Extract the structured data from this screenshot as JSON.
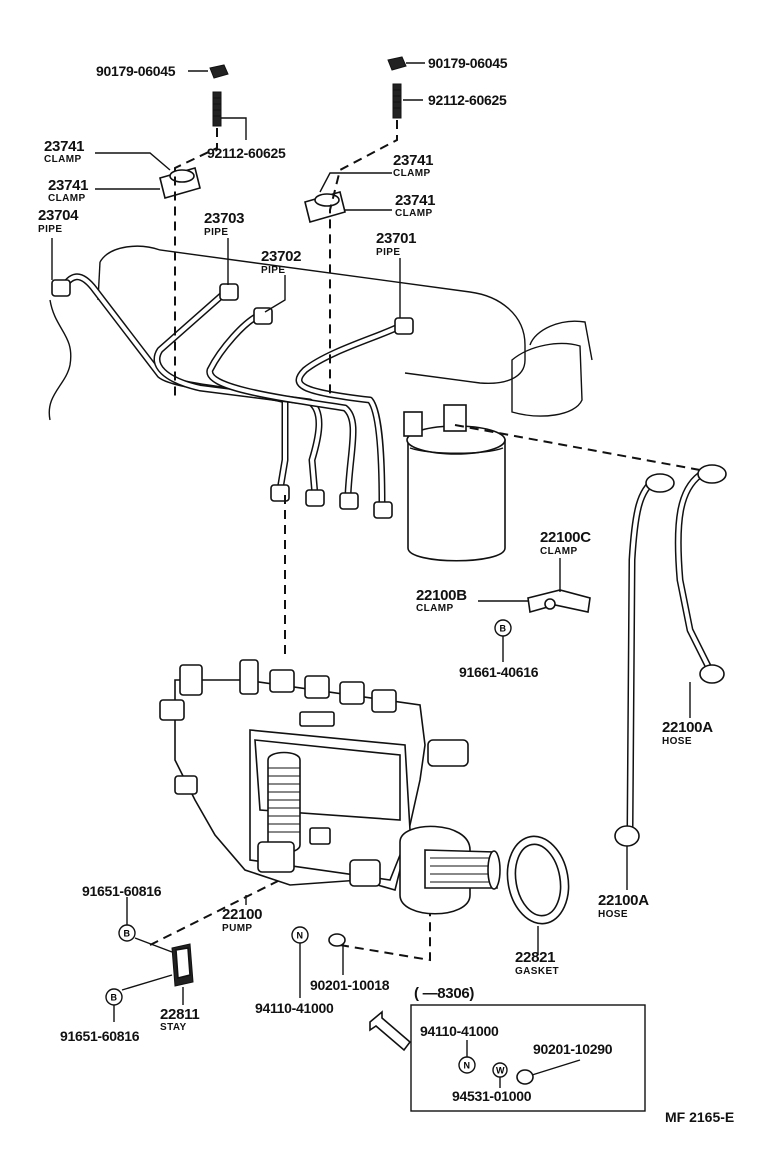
{
  "diagram_code": "MF  2165-E",
  "inset": {
    "range": "(      —8306)"
  },
  "labels": {
    "p90179_left": "90179-06045",
    "p90179_right": "90179-06045",
    "p92112_left": "92112-60625",
    "p92112_right": "92112-60625",
    "clamp_a_num": "23741",
    "clamp_a_name": "CLAMP",
    "clamp_b_num": "23741",
    "clamp_b_name": "CLAMP",
    "clamp_c_num": "23741",
    "clamp_c_name": "CLAMP",
    "clamp_d_num": "23741",
    "clamp_d_name": "CLAMP",
    "pipe4_num": "23704",
    "pipe4_name": "PIPE",
    "pipe3_num": "23703",
    "pipe3_name": "PIPE",
    "pipe2_num": "23702",
    "pipe2_name": "PIPE",
    "pipe1_num": "23701",
    "pipe1_name": "PIPE",
    "clampC_num": "22100C",
    "clampC_name": "CLAMP",
    "clampB_num": "22100B",
    "clampB_name": "CLAMP",
    "bolt_91661": "91661-40616",
    "hoseA1_num": "22100A",
    "hoseA1_name": "HOSE",
    "hoseA2_num": "22100A",
    "hoseA2_name": "HOSE",
    "pump_num": "22100",
    "pump_name": "PUMP",
    "gasket_num": "22821",
    "gasket_name": "GASKET",
    "bolt_top": "91651-60816",
    "bolt_bottom": "91651-60816",
    "stay_num": "22811",
    "stay_name": "STAY",
    "nut_94110": "94110-41000",
    "washer_90201": "90201-10018",
    "inset_94110": "94110-41000",
    "inset_90201": "90201-10290",
    "inset_94531": "94531-01000"
  },
  "symbols": {
    "bolt": "B",
    "nut": "N",
    "washer": "W"
  }
}
